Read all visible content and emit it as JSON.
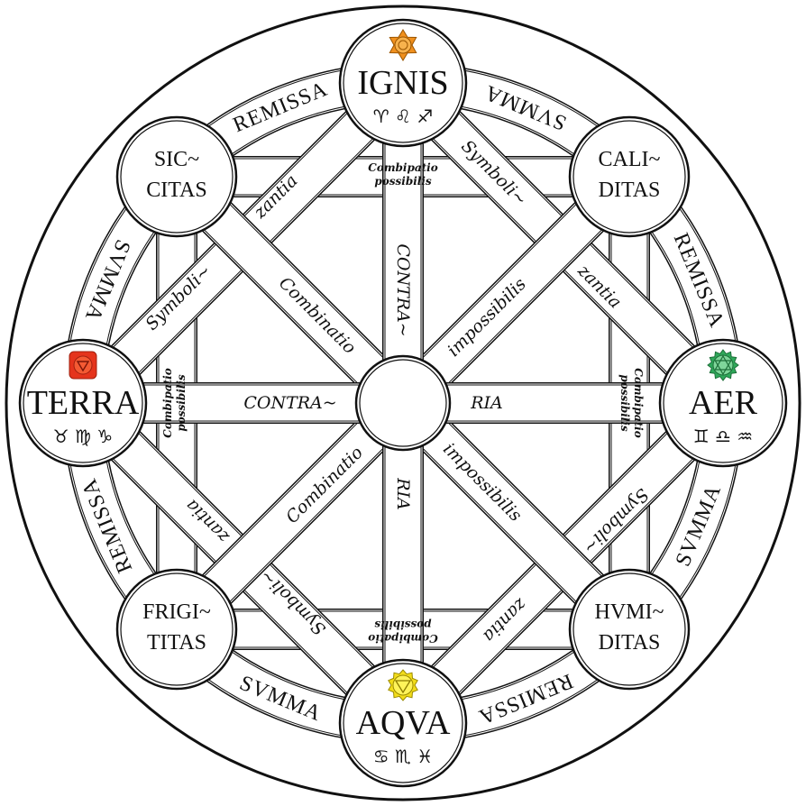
{
  "elements": [
    {
      "name": "IGNIS",
      "signs": "♈︎ ♌︎ ♐︎",
      "chakra": "sacral-chakra-icon",
      "color": "#f0901e"
    },
    {
      "name": "AER",
      "signs": "♊︎ ♎︎ ♒︎",
      "chakra": "heart-chakra-icon",
      "color": "#2fa85a"
    },
    {
      "name": "AQVA",
      "signs": "♋︎ ♏︎ ♓︎",
      "chakra": "solar-plexus-chakra-icon",
      "color": "#f2dc1a"
    },
    {
      "name": "TERRA",
      "signs": "♉︎ ♍︎ ♑︎",
      "chakra": "root-chakra-icon",
      "color": "#e5341c"
    }
  ],
  "qualities": [
    {
      "line1": "SIC~",
      "line2": "CITAS"
    },
    {
      "line1": "CALI~",
      "line2": "DITAS"
    },
    {
      "line1": "FRIGI~",
      "line2": "TITAS"
    },
    {
      "line1": "HVMI~",
      "line2": "DITAS"
    }
  ],
  "ring_labels": [
    "SVMMA",
    "REMISSA",
    "SVMMA",
    "REMISSA",
    "SVMMA",
    "REMISSA",
    "SVMMA",
    "REMISSA"
  ],
  "square_labels": {
    "line1": "Combipatio",
    "line2": "possibilis"
  },
  "band_labels": {
    "contra": "CONTRA~",
    "ria": "RIA",
    "combinatio": "Combinatio",
    "impossibilis": "impossibilis",
    "symboli": "Symboli~",
    "zantia": "zantia"
  }
}
